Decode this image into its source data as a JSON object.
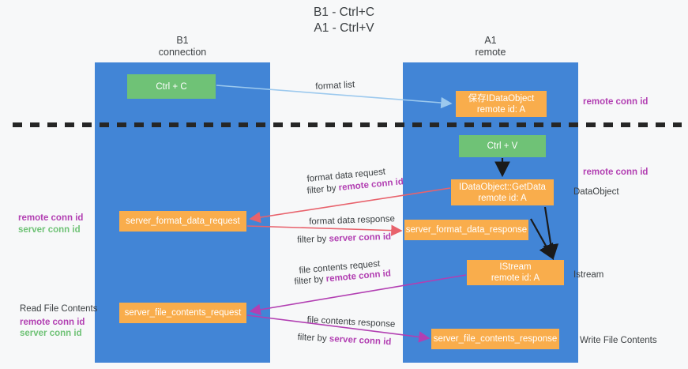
{
  "title": "B1 - Ctrl+C\nA1 - Ctrl+V",
  "columns": {
    "left": {
      "name": "B1",
      "role": "connection",
      "label": "B1\nconnection",
      "color": "#4285d6"
    },
    "right": {
      "name": "A1",
      "role": "remote",
      "label": "A1\nremote",
      "color": "#4285d6"
    }
  },
  "nodes": {
    "ctrl_c": {
      "label": "Ctrl + C",
      "color": "#6fc276"
    },
    "ctrl_v": {
      "label": "Ctrl + V",
      "color": "#6fc276"
    },
    "save_dataobject": {
      "line1": "保存IDataObject",
      "line2": "remote id: A",
      "color": "#f9ad4c"
    },
    "getdata": {
      "line1": "IDataObject::GetData",
      "line2": "remote id: A",
      "color": "#f9ad4c"
    },
    "format_data_request": {
      "label": "server_format_data_request",
      "color": "#f9ad4c"
    },
    "format_data_response": {
      "label": "server_format_data_response",
      "color": "#f9ad4c"
    },
    "istream": {
      "line1": "IStream",
      "line2": "remote id: A",
      "color": "#f9ad4c"
    },
    "file_contents_request": {
      "label": "server_file_contents_request",
      "color": "#f9ad4c"
    },
    "file_contents_response": {
      "label": "server_file_contents_response",
      "color": "#f9ad4c"
    }
  },
  "edge_labels": {
    "format_list": "format list",
    "format_data_request": "format data request",
    "format_data_request_filter_prefix": "filter by ",
    "format_data_request_filter_key": "remote conn id",
    "format_data_response": "format data response",
    "format_data_response_filter_prefix": "filter by ",
    "format_data_response_filter_key": "server conn id",
    "file_contents_request": "file contents request",
    "file_contents_request_filter_prefix": "filter by ",
    "file_contents_request_filter_key": "remote conn id",
    "file_contents_response": "file contents response",
    "file_contents_response_filter_prefix": "filter by ",
    "file_contents_response_filter_key": "server conn id"
  },
  "right_labels": {
    "remote_conn_id_top": "remote conn id",
    "remote_conn_id_mid": "remote conn id",
    "dataobject": "DataObject",
    "istream": "Istream",
    "write_file_contents": "Write File Contents"
  },
  "left_labels": {
    "remote_conn_id_mid": "remote conn id",
    "server_conn_id_mid": "server conn id",
    "read_file_contents": "Read File Contents",
    "remote_conn_id_bottom": "remote conn id",
    "server_conn_id_bottom": "server conn id"
  },
  "colors": {
    "lane": "#4285d6",
    "green_node": "#6fc276",
    "orange_node": "#f9ad4c",
    "purple_text": "#b23fb2",
    "green_text": "#6fc276",
    "light_blue_arrow": "#9cc9ee",
    "red_arrow": "#e8626c",
    "magenta_arrow": "#b23fb2",
    "black_arrow": "#1a1a1a",
    "divider": "#262626",
    "background": "#f7f8f9"
  }
}
